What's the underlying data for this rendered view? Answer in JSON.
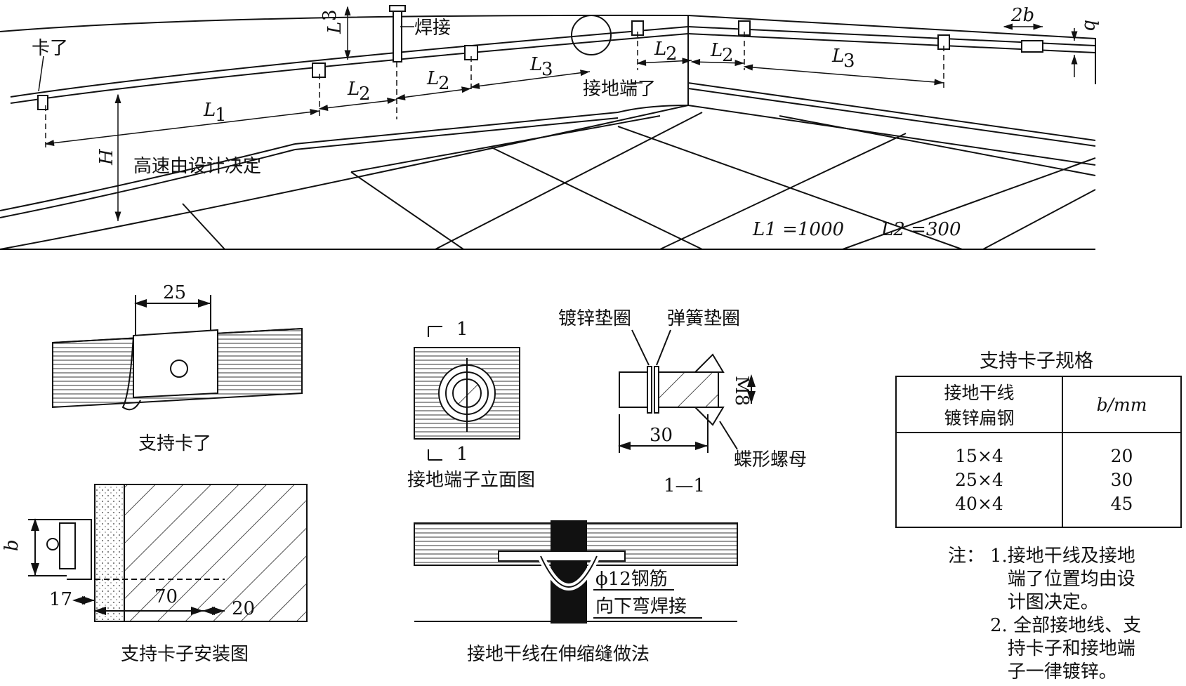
{
  "perspective": {
    "labels": {
      "clip_end": "卡了",
      "weld": "焊接",
      "ground_terminal": "接地端了",
      "height_note": "高速由设计决定"
    },
    "dims": {
      "l1": "L",
      "l1_sub": "1",
      "l2": "L",
      "l2_sub": "2",
      "l3": "L",
      "l3_sub": "3",
      "h": "H",
      "two_b": "2b",
      "b": "b"
    },
    "legend": {
      "l1_eq": "L1 =1000",
      "l2_eq": "L2 =300"
    }
  },
  "clip": {
    "caption": "支持卡了",
    "dim_25": "25"
  },
  "install": {
    "caption": "支持卡子安装图",
    "dim_b": "b",
    "dim_17": "17",
    "dim_70": "70",
    "dim_20": "20"
  },
  "terminal": {
    "caption": "接地端子立面图",
    "section_top": "1",
    "section_bottom": "1"
  },
  "section": {
    "caption": "1—1",
    "galv_washer": "镀锌垫圈",
    "spring_washer": "弹簧垫圈",
    "wing_nut": "蝶形螺母",
    "m8": "M8",
    "dim_30": "30"
  },
  "joint": {
    "caption": "接地干线在伸缩缝做法",
    "rebar": "ϕ12钢筋",
    "weld_down": "向下弯焊接"
  },
  "spec_table": {
    "title": "支持卡子规格",
    "header_left_1": "接地干线",
    "header_left_2": "镀锌扁钢",
    "header_right": "b/mm",
    "rows": [
      {
        "size": "15×4",
        "b": "20"
      },
      {
        "size": "25×4",
        "b": "30"
      },
      {
        "size": "40×4",
        "b": "45"
      }
    ]
  },
  "notes": {
    "prefix": "注：",
    "lines": [
      "1.接地干线及接地",
      "   端了位置均由设",
      "   计图决定。",
      "2. 全部接地线、支",
      "   持卡子和接地端",
      "   子一律镀锌。"
    ]
  }
}
